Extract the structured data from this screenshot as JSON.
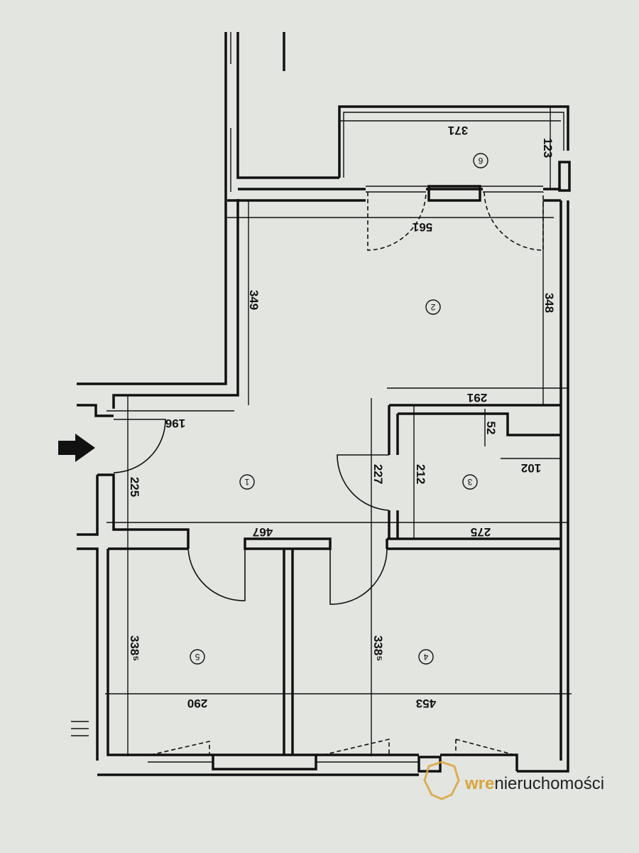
{
  "plan": {
    "rooms": [
      "1",
      "2",
      "3",
      "4",
      "5",
      "6"
    ],
    "dimensions": {
      "balcony_width": "371",
      "balcony_depth": "123",
      "room2_width": "561",
      "room2_left_height": "349",
      "room2_right_height": "348",
      "bath_top_width": "291",
      "bath_niche": "52",
      "bath_niche_width": "102",
      "hall_top": "196",
      "hall_left_height": "225",
      "hall_right_height": "227",
      "bath_height": "212",
      "hall_width": "467",
      "bath_bottom_width": "275",
      "room5_height": "338⁵",
      "room4_height": "338⁵",
      "room5_width": "290",
      "room4_width": "453"
    },
    "entrance_icon": "arrow-right-icon"
  },
  "watermark": {
    "brand_accent": "wre",
    "brand_rest": "nieruchomości",
    "accent_color": "#d9a53a"
  }
}
